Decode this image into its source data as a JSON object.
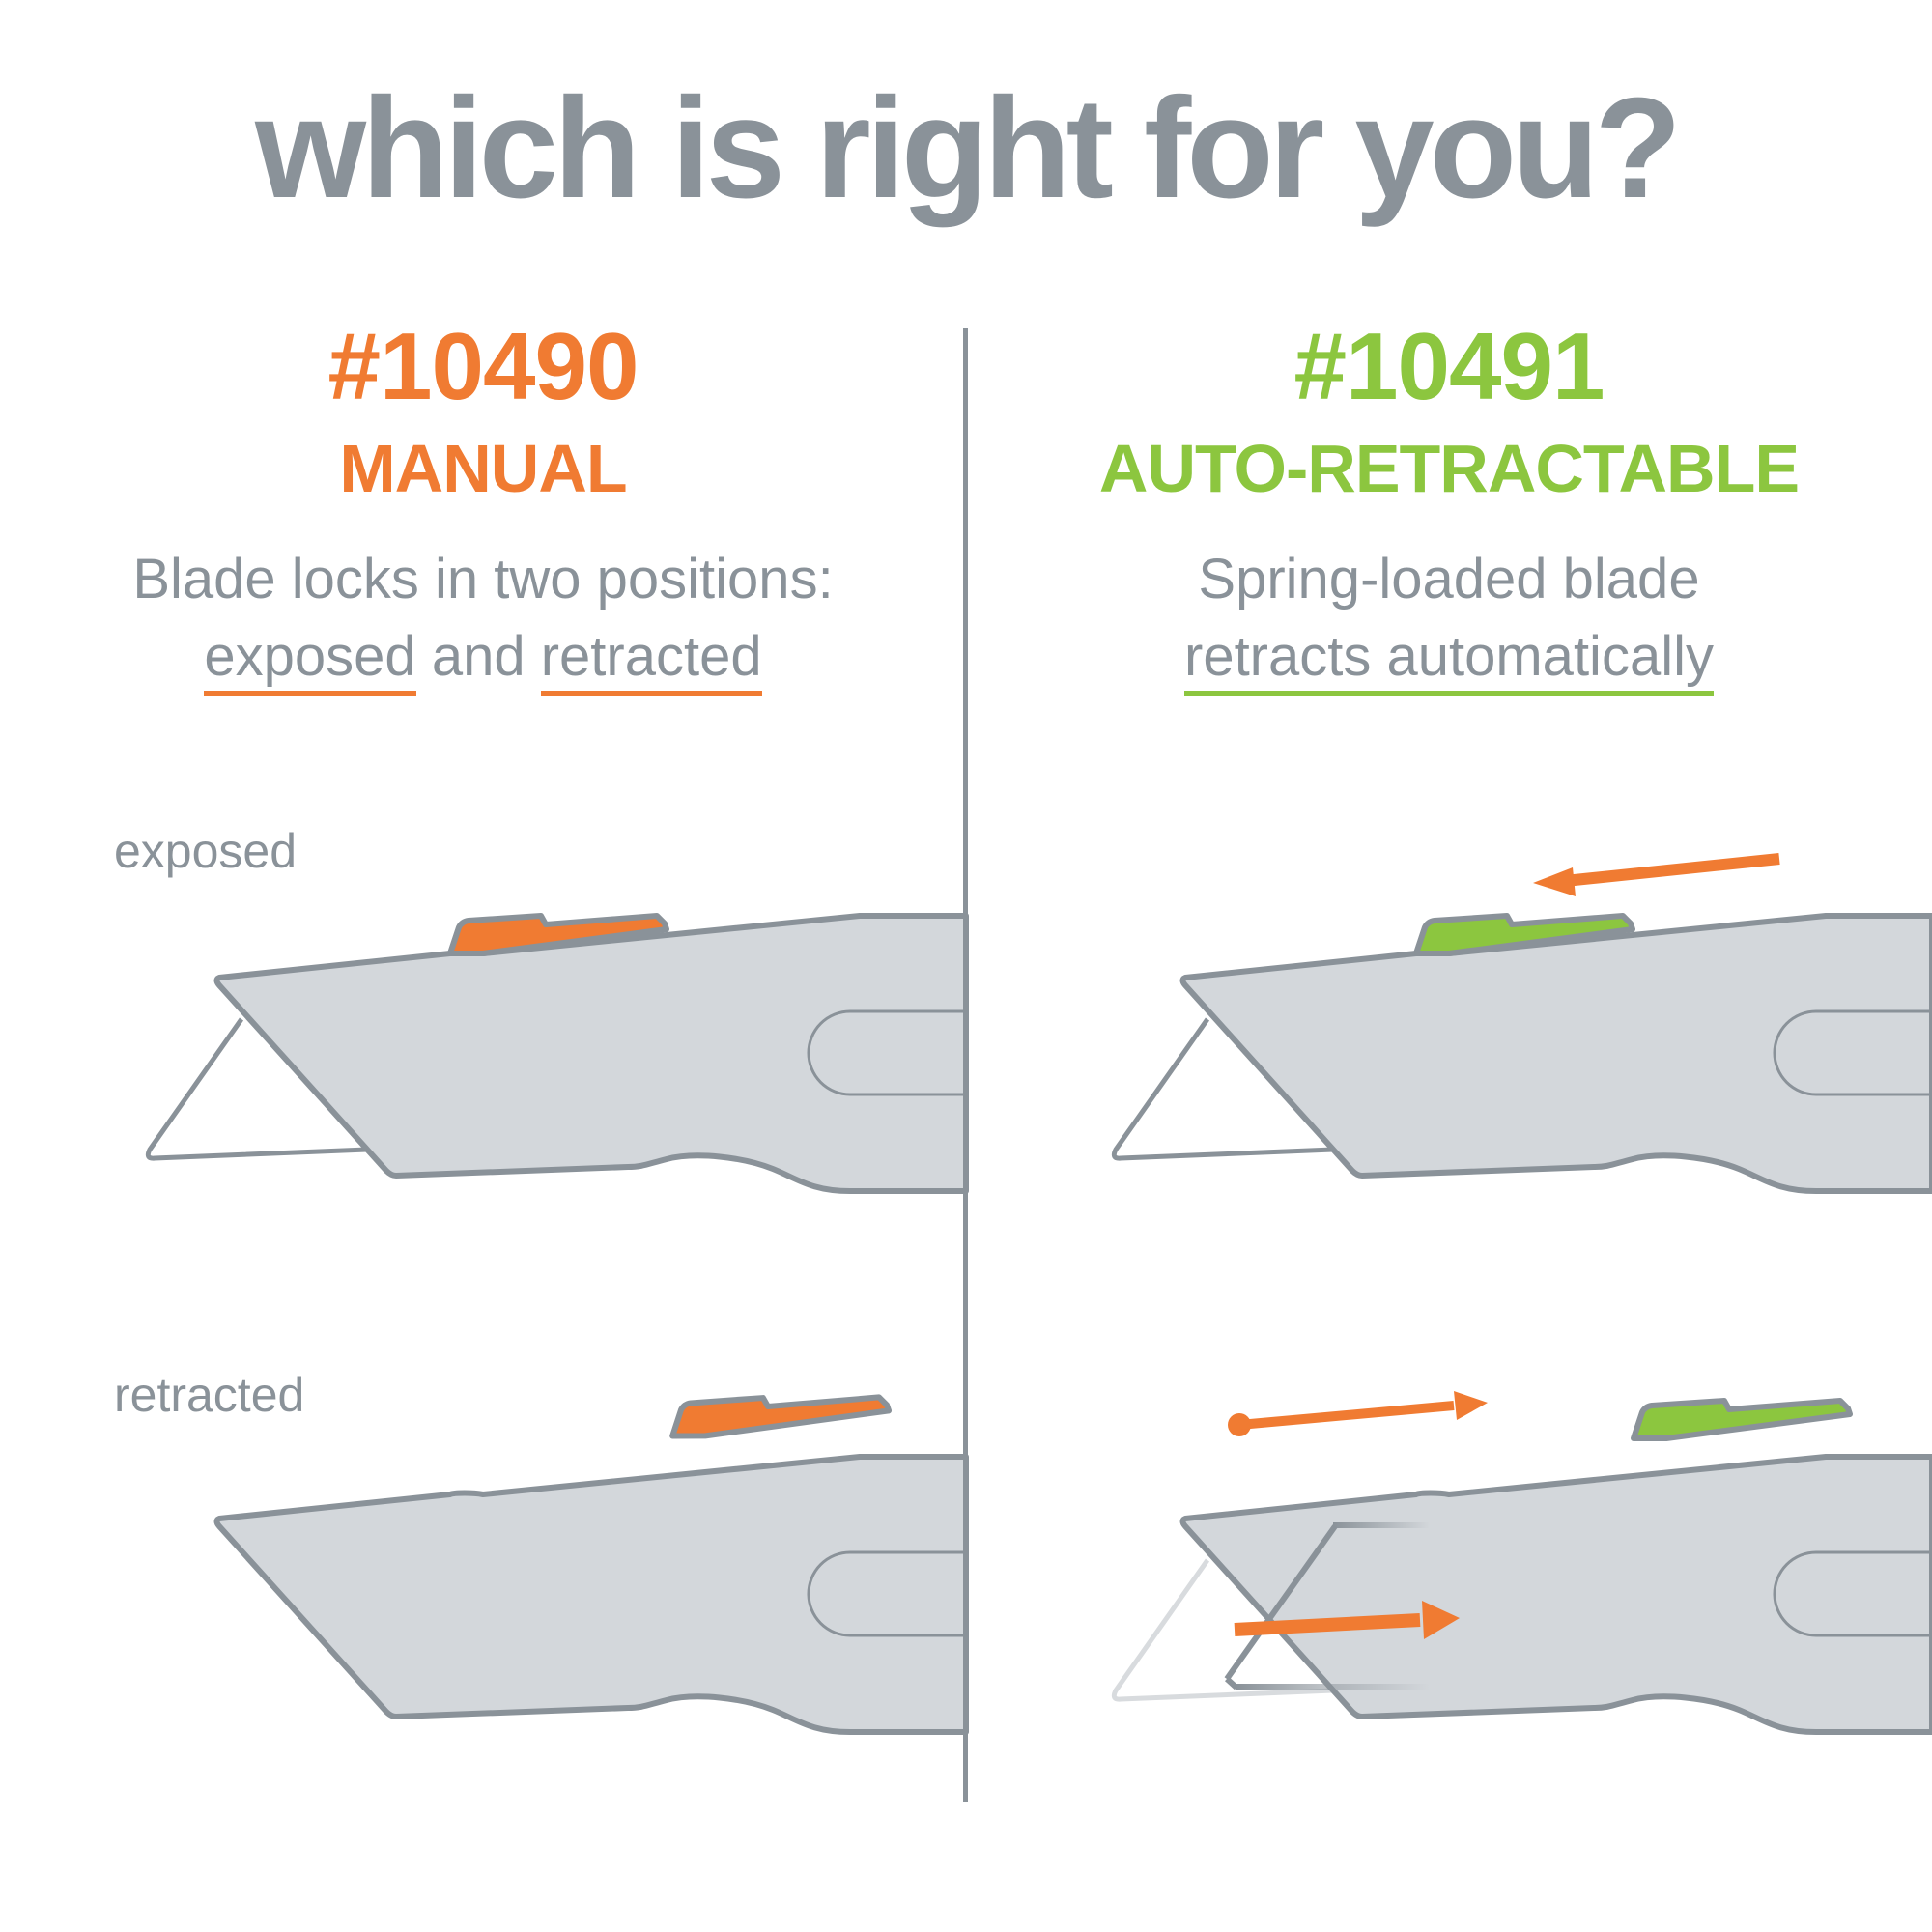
{
  "title": "which is right for you?",
  "colors": {
    "text_grey": "#8a9299",
    "manual_accent": "#f07b32",
    "auto_accent": "#8cc63f",
    "knife_body": "#d3d7db",
    "knife_outline": "#8a9299",
    "arrow": "#f07b32"
  },
  "manual": {
    "sku": "#10490",
    "type": "MANUAL",
    "description_line1": "Blade locks in two positions:",
    "description_word1": "exposed",
    "description_joiner": " and ",
    "description_word2": "retracted"
  },
  "auto": {
    "sku": "#10491",
    "type": "AUTO-RETRACTABLE",
    "description_line1": "Spring-loaded blade",
    "description_line2": "retracts automatically"
  },
  "states": {
    "exposed_label": "exposed",
    "retracted_label": "retracted"
  },
  "illustrations": [
    {
      "id": "manual-exposed",
      "slider_color": "manual_accent",
      "blade": "exposed",
      "arrows": []
    },
    {
      "id": "auto-exposed",
      "slider_color": "auto_accent",
      "blade": "exposed",
      "arrows": [
        "slider-pulled-back"
      ]
    },
    {
      "id": "manual-retracted",
      "slider_color": "manual_accent",
      "blade": "retracted",
      "arrows": []
    },
    {
      "id": "auto-retracted",
      "slider_color": "auto_accent",
      "blade": "retracting",
      "arrows": [
        "slider-released-forward",
        "blade-retracting"
      ]
    }
  ]
}
